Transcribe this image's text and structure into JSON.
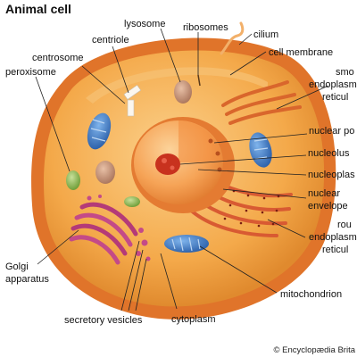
{
  "title": "Animal cell",
  "labels": {
    "lysosome": "lysosome",
    "ribosomes": "ribosomes",
    "cilium": "cilium",
    "centriole": "centriole",
    "cell_membrane": "cell membrane",
    "centrosome": "centrosome",
    "smooth_er_line1": "smo",
    "smooth_er_line2": "endoplasm",
    "smooth_er_line3": "reticul",
    "peroxisome": "peroxisome",
    "nuclear_pore": "nuclear po",
    "nucleolus": "nucleolus",
    "nucleoplasm": "nucleoplas",
    "nuclear_envelope_line1": "nuclear",
    "nuclear_envelope_line2": "envelope",
    "rough_er_line1": "rou",
    "rough_er_line2": "endoplasm",
    "rough_er_line3": "reticul",
    "golgi_line1": "Golgi",
    "golgi_line2": "apparatus",
    "mitochondrion": "mitochondrion",
    "secretory_vesicles": "secretory vesicles",
    "cytoplasm": "cytoplasm"
  },
  "credit": "© Encyclopædia Brita",
  "colors": {
    "cytoplasm": "#f4a94a",
    "membrane": "#e0742a",
    "nucleus": "#f08a3a",
    "nucleolus": "#c8321e",
    "mitochondrion": "#3a78c8",
    "golgi": "#b43a78",
    "rough_er": "#d85a32"
  }
}
